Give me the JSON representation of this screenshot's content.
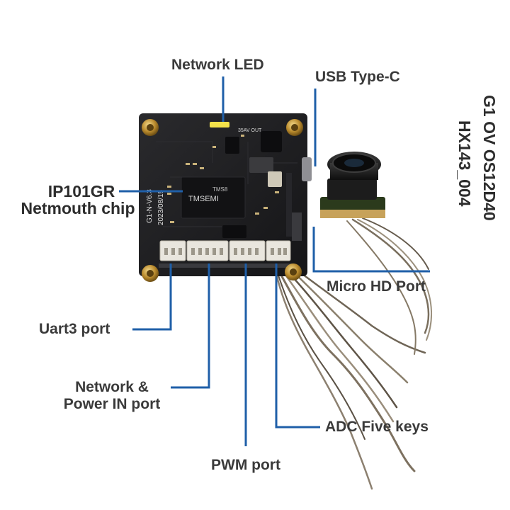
{
  "labels": {
    "network_led": "Network LED",
    "usb_type_c": "USB Type-C",
    "ip101gr_line1": "IP101GR",
    "ip101gr_line2": "Netmouth chip",
    "micro_hd_port": "Micro HD Port",
    "uart3_port": "Uart3 port",
    "network_power_line1": "Network &",
    "network_power_line2": "Power IN port",
    "adc_five_keys": "ADC Five keys",
    "pwm_port": "PWM port",
    "sensor_line1": "G1 OV OS12D40",
    "sensor_line2": "HX143_004"
  },
  "board_text": {
    "rev": "G1-N-V6.3",
    "date": "2023/08/15",
    "chip_brand": "TMSEMI",
    "chip_model": "TMS8",
    "led_label": "35AV OUT"
  },
  "colors": {
    "leader_line": "#1f5fa8",
    "pcb": "#1c1c1e",
    "connector": "#e9e6de",
    "label_text": "#3a3a3a"
  }
}
